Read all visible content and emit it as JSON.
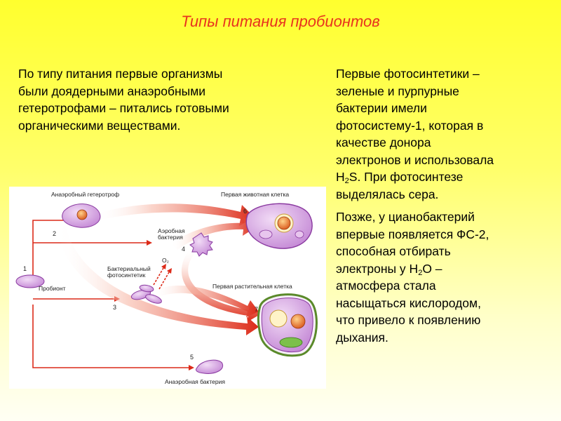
{
  "title": "Типы питания пробионтов",
  "left_paragraph": [
    "По типу питания первые организмы",
    "были доядерными анаэробными",
    "гетеротрофами – питались готовыми",
    "органическими веществами."
  ],
  "right_paragraph_1": {
    "line1": "Первые фотосинтетики –",
    "line2": "зеленые и пурпурные",
    "line3": "бактерии имели",
    "line4": "фотосистему-1, которая в",
    "line5": "качестве донора",
    "line6": "электронов и использовала",
    "formula_h": "H",
    "formula_sub": "2",
    "formula_rest": "S. При фотосинтезе",
    "line8": "выделялась сера."
  },
  "right_paragraph_2": {
    "line1": "Позже, у цианобактерий",
    "line2": "впервые появляется ФС-2,",
    "line3": "способная отбирать",
    "line4_a": "электроны у H",
    "line4_sub": "2",
    "line4_b": "O –",
    "line5": "атмосфера стала",
    "line6": "насыщаться кислородом,",
    "line7": "что привело к появлению",
    "line8": "дыхания."
  },
  "figure": {
    "labels": {
      "anaerobic_heterotroph": "Анаэробный гетеротроф",
      "first_animal_cell": "Первая животная клетка",
      "aerobic_bacterium_1": "Аэробная",
      "aerobic_bacterium_2": "бактерия",
      "bacterial_photosynthetic_1": "Бактериальный",
      "bacterial_photosynthetic_2": "фотосинтетик",
      "probiont": "Пробионт",
      "first_plant_cell": "Первая растительная клетка",
      "anaerobic_bacterium": "Анаэробная бактерия",
      "oxygen": "O₂"
    },
    "numbers": {
      "n1": "1",
      "n2": "2",
      "n3": "3",
      "n4": "4",
      "n5": "5",
      "n6": "6",
      "n7": "7"
    },
    "colors": {
      "arrow": "#e0301e",
      "cell_fill": "#d7a6e4",
      "cell_outline": "#8a3aa0",
      "nucleus": "#e8741c"
    }
  }
}
